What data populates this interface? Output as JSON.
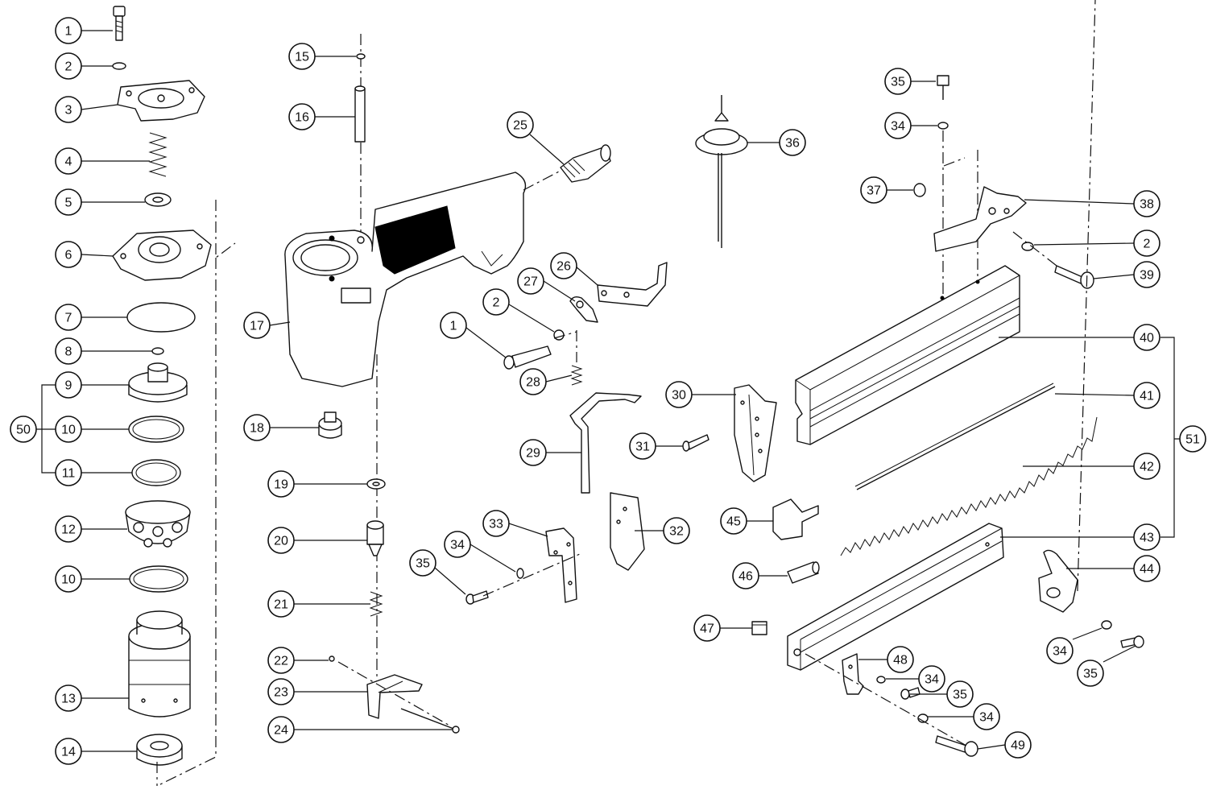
{
  "diagram": {
    "callouts": [
      {
        "id": "c1",
        "label": "1"
      },
      {
        "id": "c2",
        "label": "2"
      },
      {
        "id": "c3",
        "label": "3"
      },
      {
        "id": "c4",
        "label": "4"
      },
      {
        "id": "c5",
        "label": "5"
      },
      {
        "id": "c6",
        "label": "6"
      },
      {
        "id": "c7",
        "label": "7"
      },
      {
        "id": "c8",
        "label": "8"
      },
      {
        "id": "c9",
        "label": "9"
      },
      {
        "id": "c10a",
        "label": "10"
      },
      {
        "id": "c11",
        "label": "11"
      },
      {
        "id": "c12",
        "label": "12"
      },
      {
        "id": "c10b",
        "label": "10"
      },
      {
        "id": "c13",
        "label": "13"
      },
      {
        "id": "c14",
        "label": "14"
      },
      {
        "id": "c50",
        "label": "50"
      },
      {
        "id": "c15",
        "label": "15"
      },
      {
        "id": "c16",
        "label": "16"
      },
      {
        "id": "c17",
        "label": "17"
      },
      {
        "id": "c18",
        "label": "18"
      },
      {
        "id": "c19",
        "label": "19"
      },
      {
        "id": "c20",
        "label": "20"
      },
      {
        "id": "c21",
        "label": "21"
      },
      {
        "id": "c22",
        "label": "22"
      },
      {
        "id": "c23",
        "label": "23"
      },
      {
        "id": "c24",
        "label": "24"
      },
      {
        "id": "c25",
        "label": "25"
      },
      {
        "id": "c26",
        "label": "26"
      },
      {
        "id": "c27",
        "label": "27"
      },
      {
        "id": "c2b",
        "label": "2"
      },
      {
        "id": "c1b",
        "label": "1"
      },
      {
        "id": "c28",
        "label": "28"
      },
      {
        "id": "c29",
        "label": "29"
      },
      {
        "id": "c33",
        "label": "33"
      },
      {
        "id": "c34a",
        "label": "34"
      },
      {
        "id": "c35a",
        "label": "35"
      },
      {
        "id": "c32",
        "label": "32"
      },
      {
        "id": "c30",
        "label": "30"
      },
      {
        "id": "c31",
        "label": "31"
      },
      {
        "id": "c36",
        "label": "36"
      },
      {
        "id": "c35b",
        "label": "35"
      },
      {
        "id": "c34b",
        "label": "34"
      },
      {
        "id": "c37",
        "label": "37"
      },
      {
        "id": "c38",
        "label": "38"
      },
      {
        "id": "c2c",
        "label": "2"
      },
      {
        "id": "c39",
        "label": "39"
      },
      {
        "id": "c40",
        "label": "40"
      },
      {
        "id": "c41",
        "label": "41"
      },
      {
        "id": "c42",
        "label": "42"
      },
      {
        "id": "c43",
        "label": "43"
      },
      {
        "id": "c51",
        "label": "51"
      },
      {
        "id": "c45",
        "label": "45"
      },
      {
        "id": "c46",
        "label": "46"
      },
      {
        "id": "c47",
        "label": "47"
      },
      {
        "id": "c44",
        "label": "44"
      },
      {
        "id": "c34c",
        "label": "34"
      },
      {
        "id": "c35c",
        "label": "35"
      },
      {
        "id": "c48",
        "label": "48"
      },
      {
        "id": "c34d",
        "label": "34"
      },
      {
        "id": "c35d",
        "label": "35"
      },
      {
        "id": "c34e",
        "label": "34"
      },
      {
        "id": "c49",
        "label": "49"
      }
    ]
  }
}
